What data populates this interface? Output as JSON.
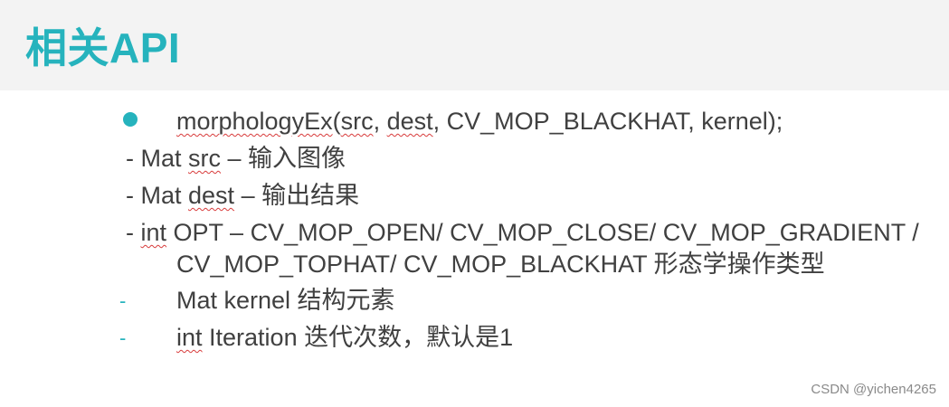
{
  "slide": {
    "title": "相关API",
    "accent_color": "#26b3bd",
    "text_color": "#404040",
    "lines": {
      "l1_fn": "morphologyEx",
      "l1_open": "(",
      "l1_src": "src",
      "l1_comma1": ", ",
      "l1_dest": "dest",
      "l1_rest": ", CV_MOP_BLACKHAT, kernel);",
      "l2_pre": "- Mat ",
      "l2_src": "src",
      "l2_post": " – 输入图像",
      "l3_pre": "- Mat ",
      "l3_dest": "dest",
      "l3_post": " – 输出结果",
      "l4_pre": "- ",
      "l4_int": "int",
      "l4_post": " OPT – CV_MOP_OPEN/ CV_MOP_CLOSE/ CV_MOP_GRADIENT /",
      "l5": "CV_MOP_TOPHAT/ CV_MOP_BLACKHAT 形态学操作类型",
      "l6_dash": "-",
      "l6": "Mat kernel 结构元素",
      "l7_dash": "-",
      "l7_int": "int",
      "l7_post": " Iteration 迭代次数，默认是1"
    },
    "bullet_icon": "filled-circle-icon"
  },
  "watermark": "CSDN @yichen4265"
}
